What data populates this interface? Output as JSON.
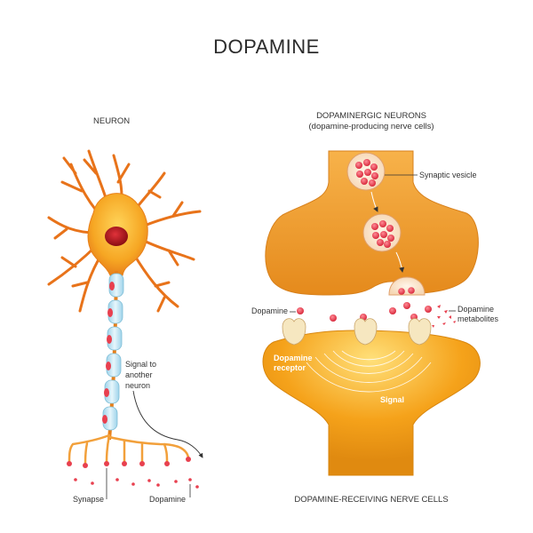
{
  "title": "DOPAMINE",
  "neuron": {
    "heading": "NEURON",
    "signal_label_1": "Signal to",
    "signal_label_2": "another",
    "signal_label_3": "neuron",
    "synapse_label": "Synapse",
    "dopamine_label": "Dopamine"
  },
  "synapse_view": {
    "heading_1": "DOPAMINERGIC NEURONS",
    "heading_2": "(dopamine-producing nerve cells)",
    "synaptic_vesicle_label": "Synaptic vesicle",
    "dopamine_label": "Dopamine",
    "metabolites_label_1": "Dopamine",
    "metabolites_label_2": "metabolites",
    "receptor_label_1": "Dopamine",
    "receptor_label_2": "receptor",
    "signal_label": "Signal",
    "footer": "DOPAMINE-RECEIVING NERVE CELLS"
  },
  "colors": {
    "neuron_body": "#f6a623",
    "neuron_dendrite": "#e8731a",
    "nucleus": "#b3141c",
    "myelin": "#bfe3f2",
    "dopamine_dot": "#e8404f",
    "terminal": "#f2a03b",
    "postsynaptic": "#f5a21a"
  }
}
